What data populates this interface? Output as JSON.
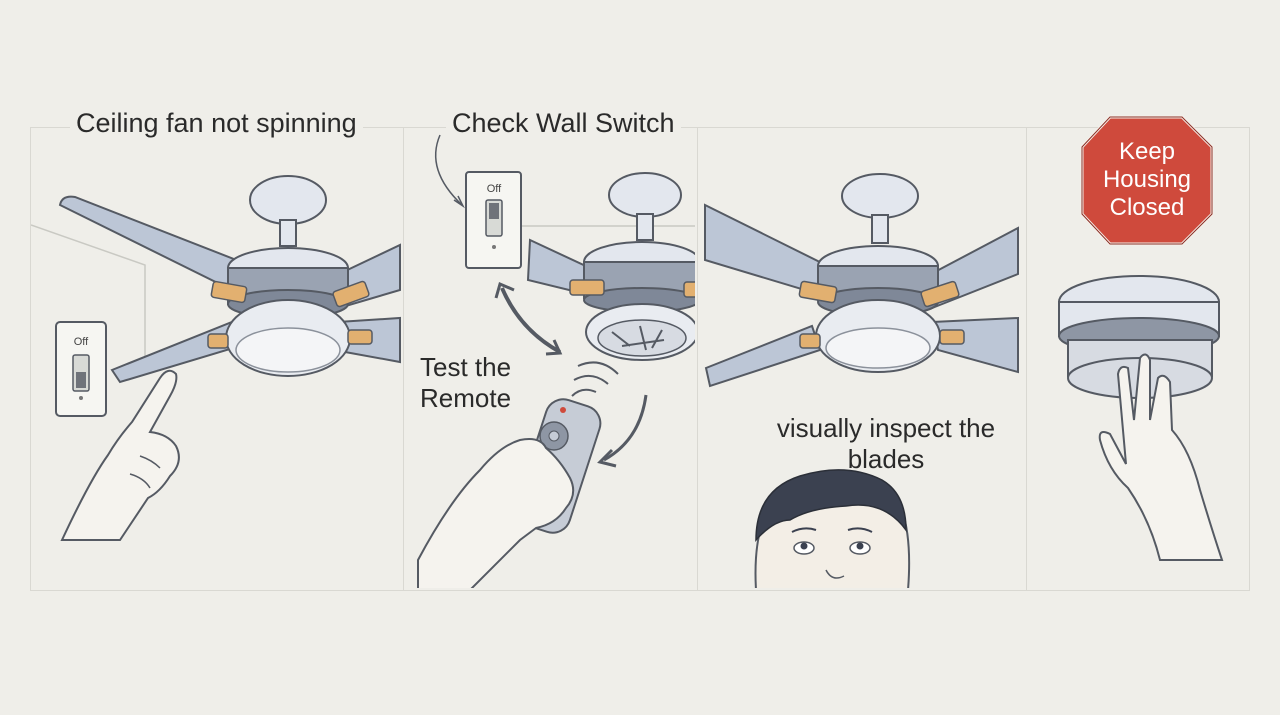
{
  "panels": [
    {
      "caption": "Ceiling fan not spinning",
      "switch_label": "Off"
    },
    {
      "caption": "Check Wall Switch",
      "switch_label": "Off",
      "remote_caption": "Test the Remote"
    },
    {
      "caption": "visually inspect the blades"
    },
    {
      "stop_sign_text": "Keep Housing Closed"
    }
  ],
  "colors": {
    "background": "#efeee9",
    "fan_body": "#e3e7ee",
    "blade": "#bcc6d6",
    "blade_holder": "#e2b070",
    "stop_sign": "#cf4a3c",
    "line": "#555a63"
  }
}
